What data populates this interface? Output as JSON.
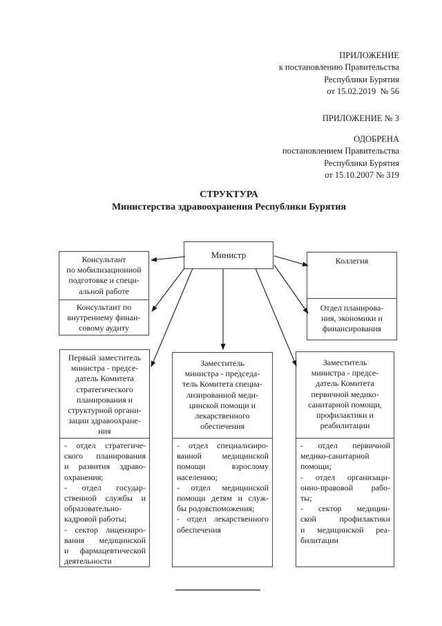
{
  "document": {
    "annex_block_1": {
      "lines": [
        "ПРИЛОЖЕНИЕ",
        "к постановлению Правительства",
        "Республики Бурятия",
        "от 15.02.2019  № 56"
      ]
    },
    "annex_block_2": {
      "lines": [
        "ПРИЛОЖЕНИЕ № 3"
      ]
    },
    "annex_block_3": {
      "lines": [
        "ОДОБРЕНА",
        "постановлением Правительства",
        "Республики Бурятия",
        "от 15.10.2007 № 319"
      ]
    },
    "title_line_1": "СТРУКТУРА",
    "title_line_2": "Министерства здравоохранения Республики Бурятия"
  },
  "org_chart": {
    "minister": {
      "label": "Министр"
    },
    "consultant_mobilization": {
      "lines": [
        "Консультант",
        "по мобилизационной",
        "подготовке и специ-",
        "альной работе"
      ]
    },
    "consultant_audit": {
      "lines": [
        "Консультант по",
        "внутреннему финан-",
        "совому аудиту"
      ]
    },
    "collegium": {
      "label": "Коллегия"
    },
    "planning_department": {
      "lines": [
        "Отдел планирова-",
        "ния, экономики и",
        "финансирования"
      ]
    },
    "first_deputy": {
      "head_lines": [
        "Первый заместитель",
        "министра - предсе-",
        "датель Комитета",
        "стратегического",
        "планирования и",
        "структурной органи-",
        "зации здравоохране-",
        "ния"
      ],
      "body_lines": [
        "- отдел стратегиче-",
        "ского планирования",
        "и развития здраво-",
        "охранения;",
        "- отдел государ-",
        "ственной службы и",
        "образовательно-",
        "кадровой работы;",
        "- сектор лицензиро-",
        "вания медицинской",
        "и фармацевтической",
        "деятельности"
      ]
    },
    "deputy_specialized_care": {
      "head_lines": [
        "Заместитель",
        "министра - председа-",
        "тель Комитета специа-",
        "лизированной меди-",
        "цинской помощи и",
        "лекарственного",
        "обеспечения"
      ],
      "body_lines": [
        "- отдел специализиро-",
        "ванной медицинской",
        "помощи взрослому",
        "населению;",
        "- отдел медицинской",
        "помощи детям и служ-",
        "бы родовспоможения;",
        "- отдел лекарственного",
        "обеспечения"
      ]
    },
    "deputy_primary_care": {
      "head_lines": [
        "Заместитель",
        "министра - предсе-",
        "датель Комитета",
        "первичной медико-",
        "санитарной помощи,",
        "профилактики и",
        "реабилитации"
      ],
      "body_lines": [
        "- отдел первичной",
        "медико-санитарной",
        "помощи;",
        "- отдел организаци-",
        "онно-правовой рабо-",
        "ты;",
        "- сектор медицин-",
        "ской профилактики",
        "и медицинской реа-",
        "билитации"
      ]
    }
  },
  "colors": {
    "border": "#454545",
    "text": "#1b1b1b",
    "arrow": "#1a1a1a"
  }
}
